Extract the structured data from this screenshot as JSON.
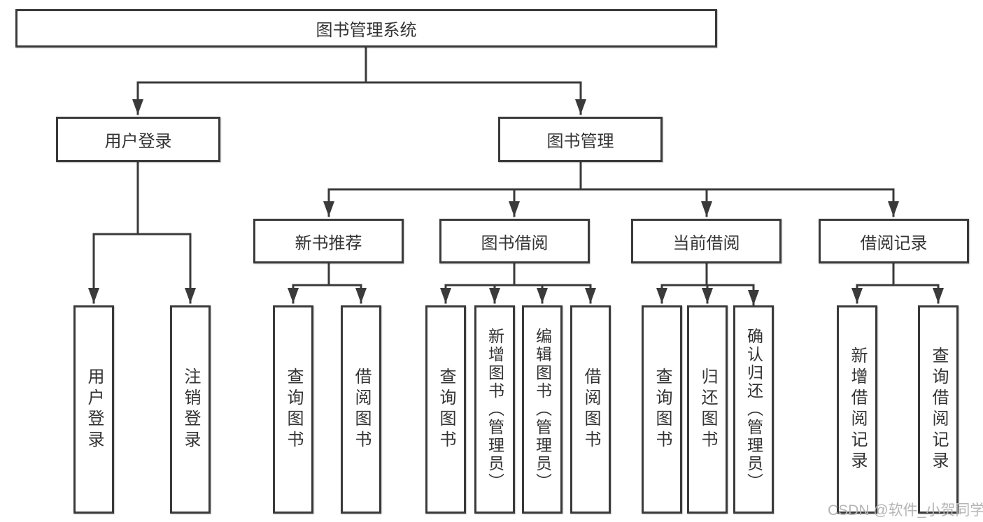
{
  "diagram": {
    "root": {
      "label": "图书管理系统"
    },
    "branches": [
      {
        "label": "用户登录",
        "children": [
          {
            "label": "用户登录"
          },
          {
            "label": "注销登录"
          }
        ]
      },
      {
        "label": "图书管理",
        "children": [
          {
            "label": "新书推荐",
            "children": [
              {
                "label": "查询图书"
              },
              {
                "label": "借阅图书"
              }
            ]
          },
          {
            "label": "图书借阅",
            "children": [
              {
                "label": "查询图书"
              },
              {
                "label": "新增图书（管理员）"
              },
              {
                "label": "编辑图书（管理员）"
              },
              {
                "label": "借阅图书"
              }
            ]
          },
          {
            "label": "当前借阅",
            "children": [
              {
                "label": "查询图书"
              },
              {
                "label": "归还图书"
              },
              {
                "label": "确认归还（管理员）"
              }
            ]
          },
          {
            "label": "借阅记录",
            "children": [
              {
                "label": "新增借阅记录"
              },
              {
                "label": "查询借阅记录"
              }
            ]
          }
        ]
      }
    ]
  },
  "watermark": {
    "text": "CSDN @软件_小贺同学"
  },
  "colors": {
    "line": "#3a3a3a",
    "box_border": "#3a3a3a",
    "text": "#333333",
    "watermark": "#b5b5b5",
    "background": "#ffffff"
  }
}
